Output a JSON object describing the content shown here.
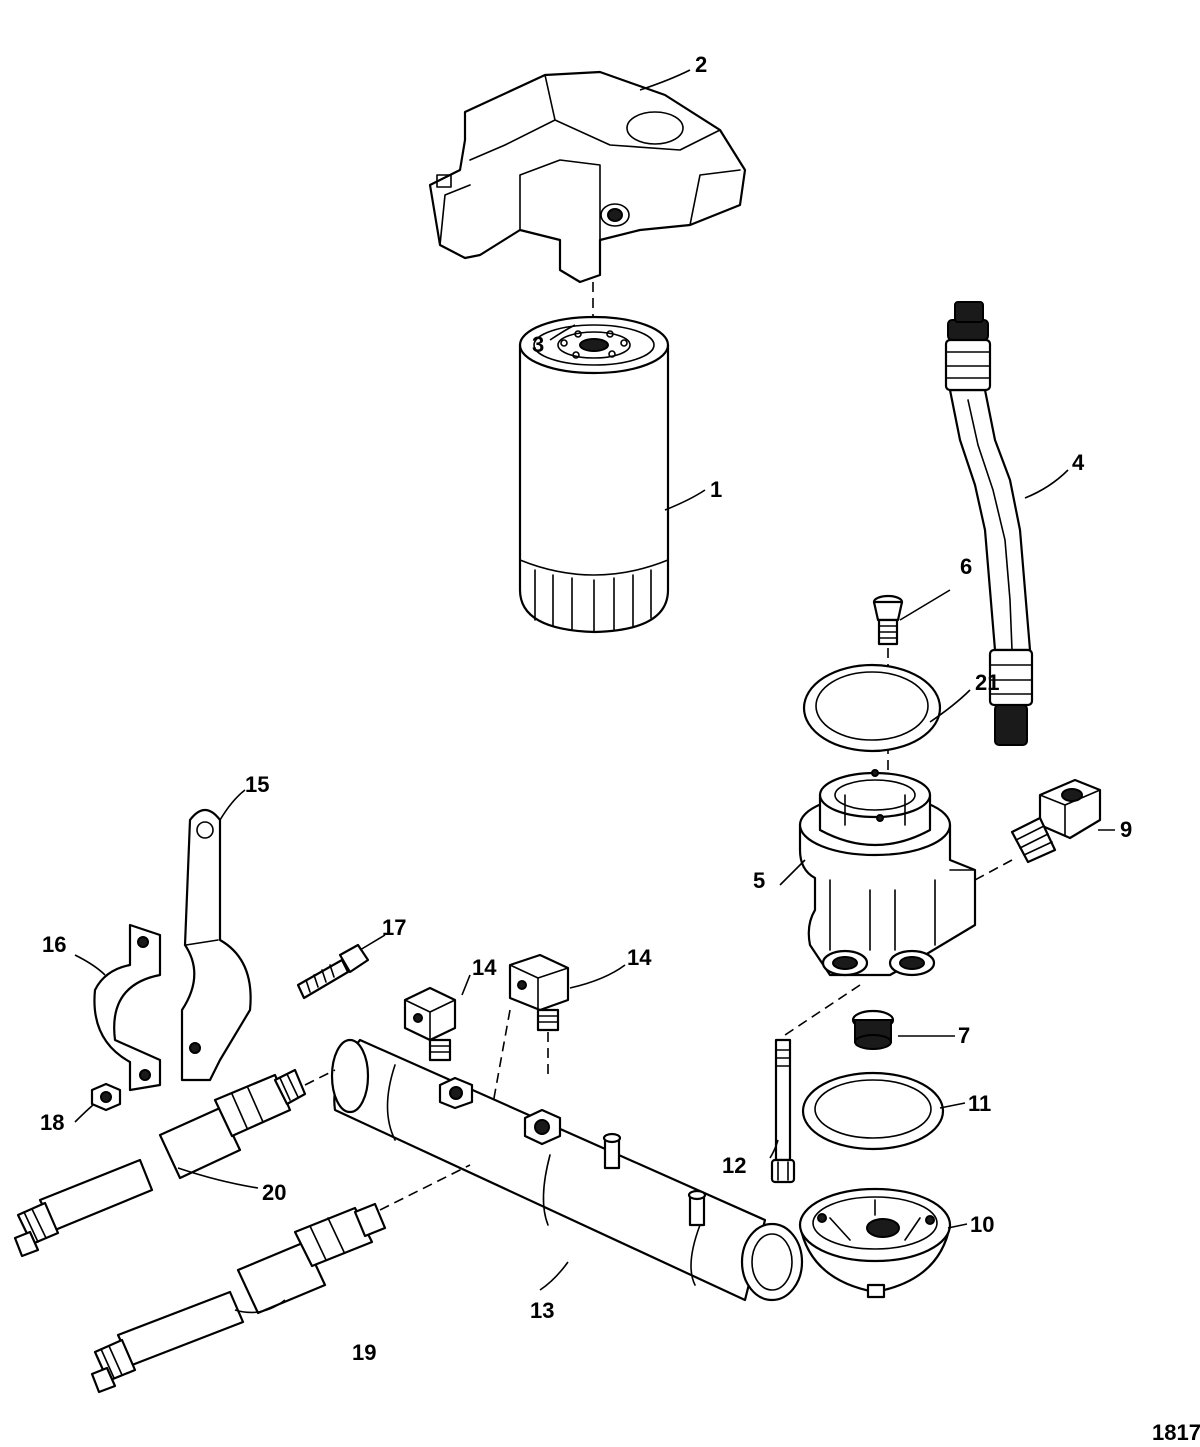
{
  "figure_id": "1817",
  "callouts": {
    "c1": "1",
    "c2": "2",
    "c3": "3",
    "c4": "4",
    "c5": "5",
    "c6": "6",
    "c7": "7",
    "c9": "9",
    "c10": "10",
    "c11": "11",
    "c12": "12",
    "c13": "13",
    "c14a": "14",
    "c14b": "14",
    "c15": "15",
    "c16": "16",
    "c17": "17",
    "c18": "18",
    "c19": "19",
    "c20": "20",
    "c21": "21"
  }
}
